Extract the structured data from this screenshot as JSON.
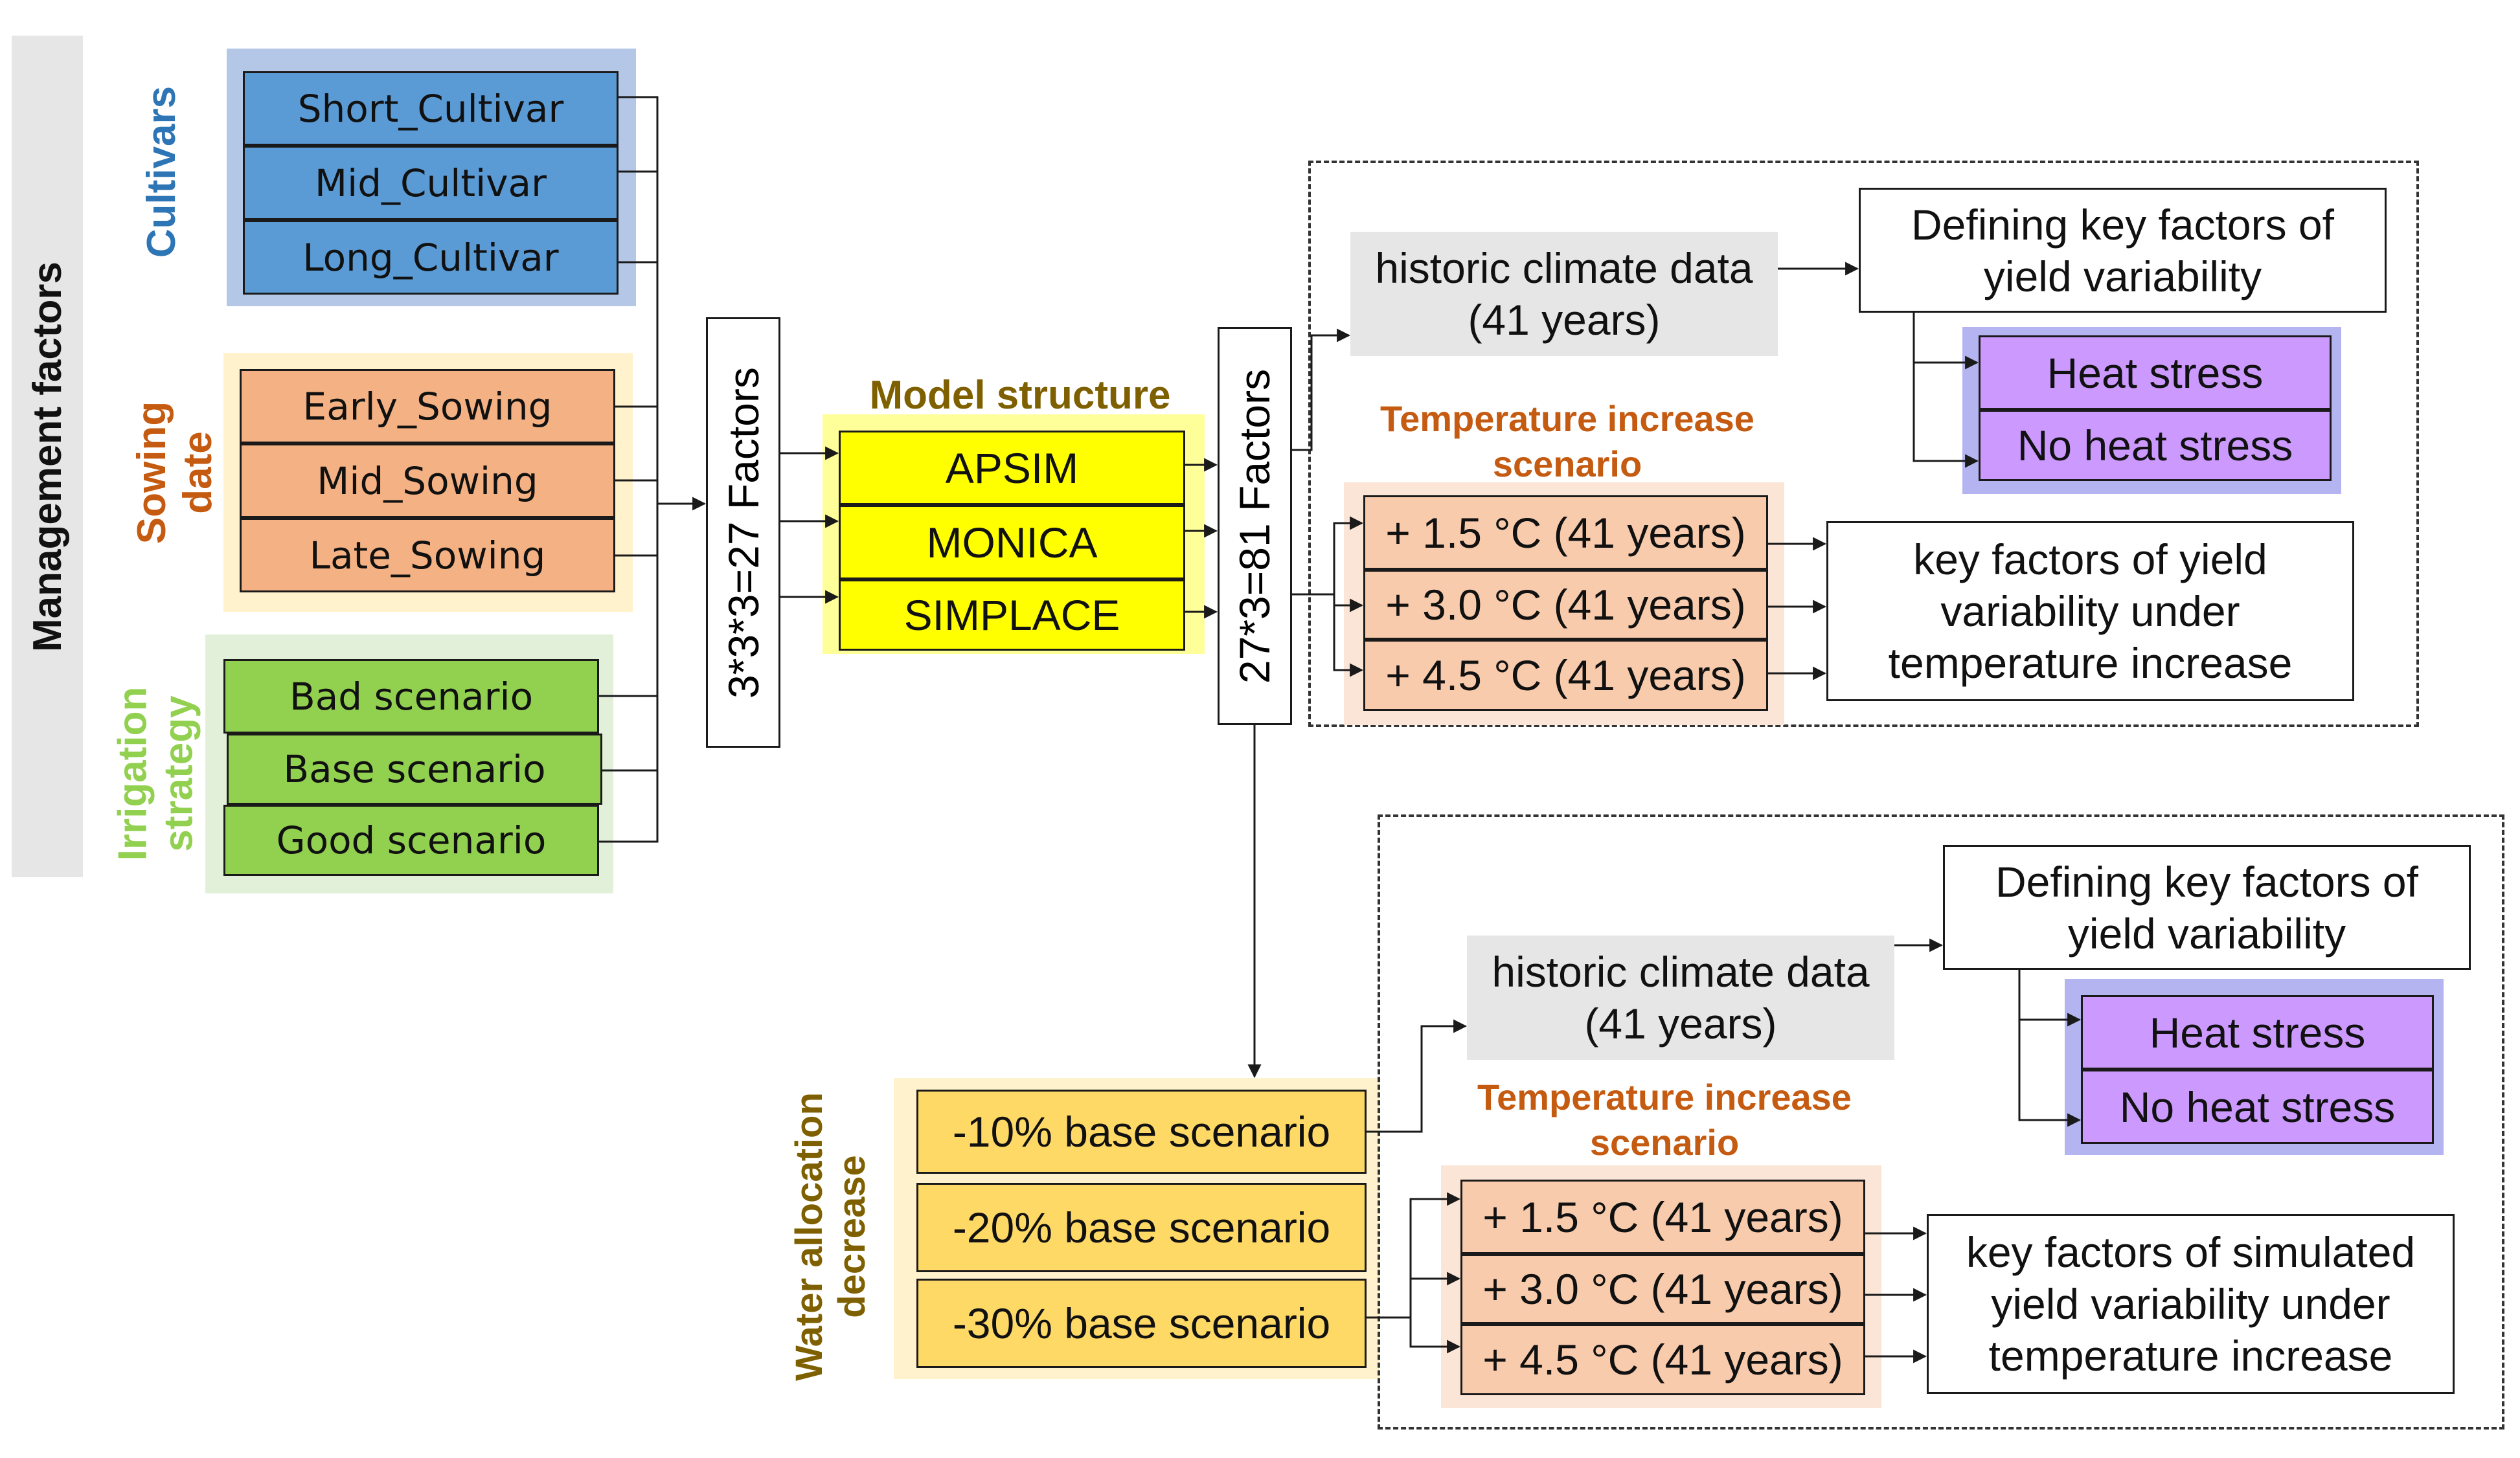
{
  "left_panel": {
    "title": "Management factors",
    "cultivars": {
      "label": "Cultivars",
      "items": [
        "Short_Cultivar",
        "Mid_Cultivar",
        "Long_Cultivar"
      ]
    },
    "sowing_date": {
      "label_line1": "Sowing",
      "label_line2": "date",
      "items": [
        "Early_Sowing",
        "Mid_Sowing",
        "Late_Sowing"
      ]
    },
    "irrigation": {
      "label_line1": "Irrigation",
      "label_line2": "strategy",
      "items": [
        "Bad scenario",
        "Base scenario",
        "Good scenario"
      ]
    }
  },
  "factors_box_1": "3*3*3=27 Factors",
  "model_structure": {
    "label": "Model structure",
    "items": [
      "APSIM",
      "MONICA",
      "SIMPLACE"
    ]
  },
  "factors_box_2": "27*3=81 Factors",
  "upper_scenario": {
    "historic_line1": "historic climate data",
    "historic_line2": "(41 years)",
    "defining_line1": "Defining key factors of",
    "defining_line2": "yield variability",
    "heat_items": [
      "Heat stress",
      "No heat stress"
    ],
    "temp_label_line1": "Temperature increase",
    "temp_label_line2": "scenario",
    "temp_items": [
      "+ 1.5 °C (41 years)",
      "+ 3.0 °C (41 years)",
      "+ 4.5 °C (41 years)"
    ],
    "keyfactors_line1": "key factors of yield",
    "keyfactors_line2": "variability under",
    "keyfactors_line3": "temperature increase"
  },
  "water_allocation": {
    "label_line1": "Water allocation",
    "label_line2": "decrease",
    "items": [
      "-10% base scenario",
      "-20% base scenario",
      "-30% base scenario"
    ]
  },
  "lower_scenario": {
    "historic_line1": "historic climate data",
    "historic_line2": "(41 years)",
    "defining_line1": "Defining key factors of",
    "defining_line2": "yield variability",
    "heat_items": [
      "Heat stress",
      "No heat stress"
    ],
    "temp_label_line1": "Temperature increase",
    "temp_label_line2": "scenario",
    "temp_items": [
      "+ 1.5 °C (41 years)",
      "+ 3.0 °C (41 years)",
      "+ 4.5 °C (41 years)"
    ],
    "keyfactors_line1": "key factors of simulated",
    "keyfactors_line2": "yield variability under",
    "keyfactors_line3": "temperature increase"
  },
  "colors": {
    "cultivar_fill": "#5b9bd5",
    "cultivar_bg": "#b4c7e7",
    "cultivar_label": "#2e75b6",
    "sowing_fill": "#f4b183",
    "sowing_bg": "#fff2cc",
    "sowing_label": "#c55a11",
    "irrigation_fill": "#92d050",
    "irrigation_bg": "#e2f0d9",
    "irrigation_label": "#92d050",
    "model_fill": "#ffff00",
    "model_bg": "#ffff99",
    "model_label": "#7f6000",
    "water_fill": "#ffd966",
    "water_bg": "#fff2cc",
    "water_label": "#7f6000",
    "temp_fill": "#f8cbad",
    "temp_bg": "#fbe5d6",
    "temp_label": "#c55a11",
    "heat_fill": "#cc99ff",
    "heat_bg": "#b4b4f0",
    "gray_box": "#e7e6e6",
    "line": "#1a1a1a"
  }
}
